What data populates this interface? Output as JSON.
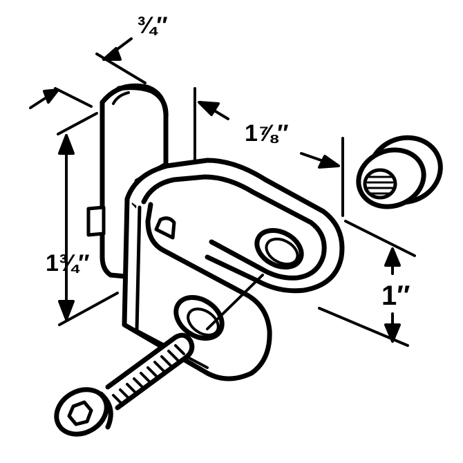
{
  "dimensions": {
    "width_label": "¾″",
    "depth_label": "1⅞″",
    "height_label": "1¾″",
    "offset_label": "1″"
  },
  "colors": {
    "ink": "#000000",
    "paper": "#ffffff",
    "shade": "#d9d9d9"
  }
}
